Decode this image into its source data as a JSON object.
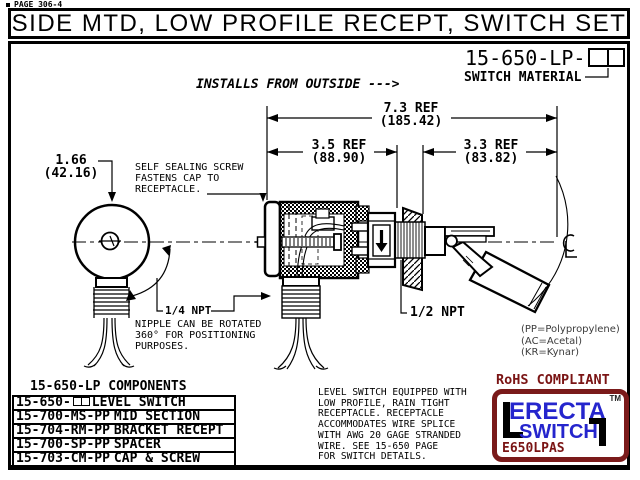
{
  "page": {
    "ref": "PAGE 306-4",
    "title": "SIDE MTD, LOW PROFILE RECEPT, SWITCH SET"
  },
  "part_number": {
    "prefix": "15-650-LP-",
    "material_label": "SWITCH MATERIAL"
  },
  "install_note": "INSTALLS FROM OUTSIDE --->",
  "dimensions": {
    "overall_in": "7.3 REF",
    "overall_mm": "(185.42)",
    "receptacle_in": "3.5 REF",
    "receptacle_mm": "(88.90)",
    "switch_in": "3.3 REF",
    "switch_mm": "(83.82)",
    "cap_in": "1.66",
    "cap_mm": "(42.16)"
  },
  "callouts": {
    "self_sealing_1": "SELF SEALING SCREW",
    "self_sealing_2": "FASTENS CAP TO",
    "self_sealing_3": "RECEPTACLE.",
    "quarter_npt": "1/4 NPT",
    "rotation_1": "NIPPLE CAN BE ROTATED",
    "rotation_2": "360° FOR POSITIONING",
    "rotation_3": "PURPOSES.",
    "half_npt": "1/2 NPT"
  },
  "materials": {
    "pp": "(PP=Polypropylene)",
    "ac": "(AC=Acetal)",
    "kr": "(KR=Kynar)"
  },
  "rohs": "RoHS COMPLIANT",
  "components": {
    "title": "15-650-LP COMPONENTS",
    "rows": [
      {
        "part": "15-650-",
        "name": "LEVEL SWITCH"
      },
      {
        "part": "15-700-MS-PP",
        "name": "MID SECTION"
      },
      {
        "part": "15-704-RM-PP",
        "name": "BRACKET RECEPT"
      },
      {
        "part": "15-700-SP-PP",
        "name": "SPACER"
      },
      {
        "part": "15-703-CM-PP",
        "name": "CAP & SCREW"
      }
    ]
  },
  "notes": [
    "LEVEL SWITCH EQUIPPED WITH",
    "LOW PROFILE, RAIN TIGHT",
    "RECEPTACLE. RECEPTACLE",
    "ACCOMMODATES WIRE SPLICE",
    "WITH AWG 20 GAGE STRANDED",
    "WIRE. SEE 15-650 PAGE",
    "FOR SWITCH DETAILS."
  ],
  "logo": {
    "brand_line1": "ERECTA",
    "brand_line2": "SWITCH",
    "tm": "TM",
    "code": "E650LPAS"
  },
  "colors": {
    "logo_blue": "#2525cd",
    "logo_border_red": "#7a1a1a",
    "accent_dark_red": "#7a1414"
  }
}
